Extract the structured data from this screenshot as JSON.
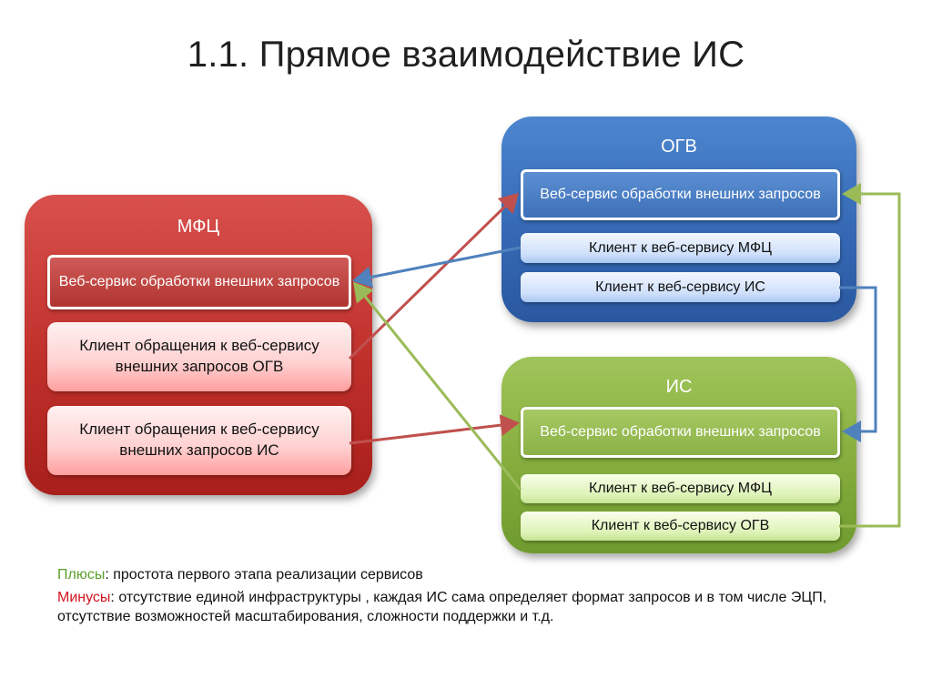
{
  "title": "1.1. Прямое взаимодействие ИС",
  "groups": {
    "mfc": {
      "label": "МФЦ",
      "service": "Веб-сервис обработки внешних запросов",
      "client_ogv": "Клиент обращения к веб-сервису внешних запросов ОГВ",
      "client_is": "Клиент обращения к веб-сервису внешних запросов ИС"
    },
    "ogv": {
      "label": "ОГВ",
      "service": "Веб-сервис обработки внешних запросов",
      "client_mfc": "Клиент к веб-сервису МФЦ",
      "client_is": "Клиент к веб-сервису ИС"
    },
    "is": {
      "label": "ИС",
      "service": "Веб-сервис обработки внешних запросов",
      "client_mfc": "Клиент к веб-сервису МФЦ",
      "client_ogv": "Клиент к веб-сервису ОГВ"
    }
  },
  "notes": {
    "pros_label": "Плюсы",
    "pros_text": ": простота первого этапа реализации сервисов",
    "cons_label": "Минусы",
    "cons_text": ": отсутствие единой инфраструктуры , каждая ИС сама определяет формат запросов и в том числе ЭЦП, отсутствие возможностей масштабирования, сложности поддержки и т.д."
  },
  "colors": {
    "mfc": "#c0302b",
    "ogv": "#3569b5",
    "is": "#84ad3d",
    "arrow_red": "#c0504d",
    "arrow_blue": "#4f81bd",
    "arrow_green": "#9bbb59",
    "pros": "#5aa02c",
    "cons": "#d2141e"
  }
}
